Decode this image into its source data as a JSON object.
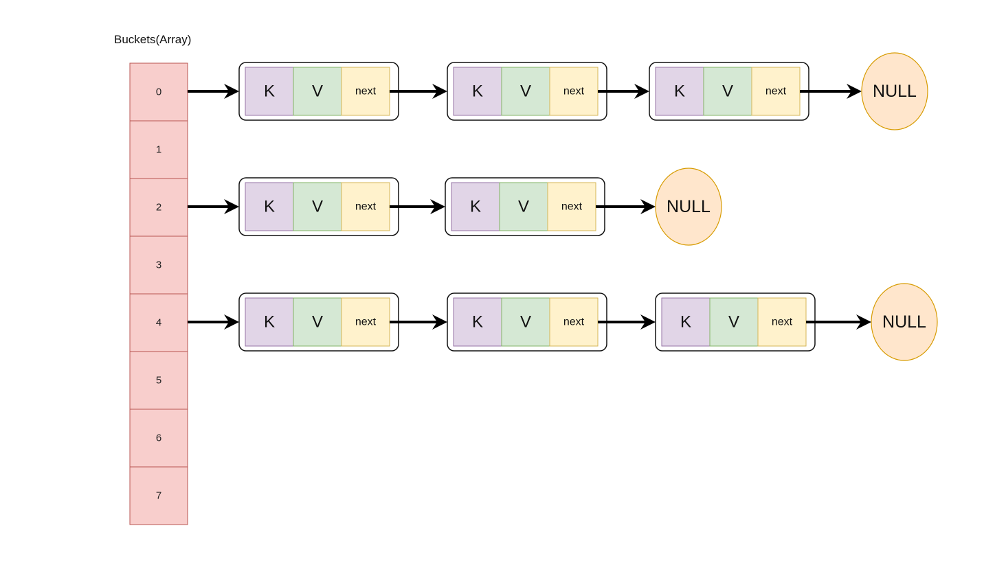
{
  "diagram": {
    "title": "Buckets(Array)",
    "colors": {
      "bucket_fill": "#f8cecc",
      "bucket_stroke": "#b85450",
      "key_fill": "#e1d5e7",
      "value_fill": "#d5e8d4",
      "next_fill": "#fff2cc",
      "null_fill": "#ffe6cc",
      "null_stroke": "#d79b00"
    },
    "buckets": [
      "0",
      "1",
      "2",
      "3",
      "4",
      "5",
      "6",
      "7"
    ],
    "node_fields": {
      "key": "K",
      "value": "V",
      "next": "next"
    },
    "null_label": "NULL",
    "chains": [
      {
        "bucket": "0",
        "node_count": 3
      },
      {
        "bucket": "2",
        "node_count": 2
      },
      {
        "bucket": "4",
        "node_count": 3
      }
    ]
  }
}
